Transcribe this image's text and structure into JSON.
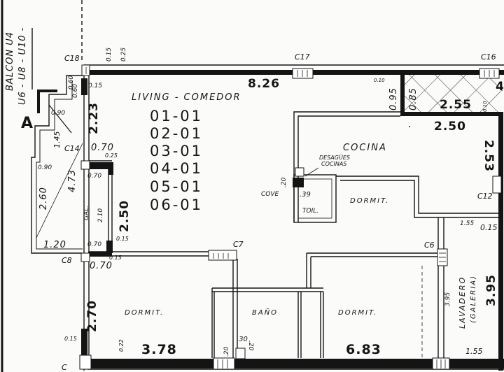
{
  "balcony": {
    "title": "BALCON U4",
    "units": "U6 - U8 - U10 -",
    "section_mark": "A"
  },
  "columns": {
    "c18": "C18",
    "c17": "C17",
    "c16": "C16",
    "c14": "C14",
    "c12": "C12",
    "c8": "C8",
    "c7": "C7",
    "c6": "C6",
    "c_bottom": "C"
  },
  "rooms": {
    "living": "LIVING - COMEDOR",
    "kitchen": "COCINA",
    "kitchen_drain": "DESAGÜES",
    "kitchen_drain2": "COCINAS",
    "cove": "COVE",
    "toilet": "TOIL.",
    "bedroom_upper": "DORMIT.",
    "bedroom_left": "DORMIT.",
    "bathroom": "BAÑO",
    "bedroom_right": "DORMIT.",
    "laundry": "LAVADERO",
    "laundry_sub": "(GALERIA)",
    "gallery": "GAL."
  },
  "unit_codes": [
    "01-01",
    "02-01",
    "03-01",
    "04-01",
    "05-01",
    "06-01"
  ],
  "dimensions": {
    "top_015": "0.15",
    "top_025": "0.25",
    "living_width": "8.26",
    "right_edge": "4",
    "d223": "2.23",
    "d015a": "0.15",
    "d060a": "0.60",
    "d060b": "0.60",
    "d090a": "0.90",
    "d145": "1.45",
    "d070a": "0.70",
    "d025": "0.25",
    "d090b": "0.90",
    "d473": "4.73",
    "d260": "2.60",
    "d070b": "0.70",
    "d210": "2.10",
    "d250": "2.50",
    "d120": "1.20",
    "d070c": "0.70",
    "d015b": "0.15",
    "d070d": "0.70",
    "d015c": "0.15",
    "d270": "2.70",
    "d015d": "0.15",
    "d022": "0.22",
    "d378": "3.78",
    "d20a": ".20",
    "d30": ".30",
    "d20b": ".20",
    "d683": "6.83",
    "d395a": "3.95",
    "d395b": "3.95",
    "d155a": "1.55",
    "d155b": "1.55",
    "d015e": "0.15",
    "d253": "2.53",
    "d250b": "2.50",
    "d255": "2.55",
    "d085": "0.85",
    "d095": "0.95",
    "d010a": "0.10",
    "d010b": "0.10",
    "d20c": ".20",
    "d39": ".39"
  },
  "colors": {
    "ink": "#141414",
    "paper": "#fbfbfa"
  }
}
